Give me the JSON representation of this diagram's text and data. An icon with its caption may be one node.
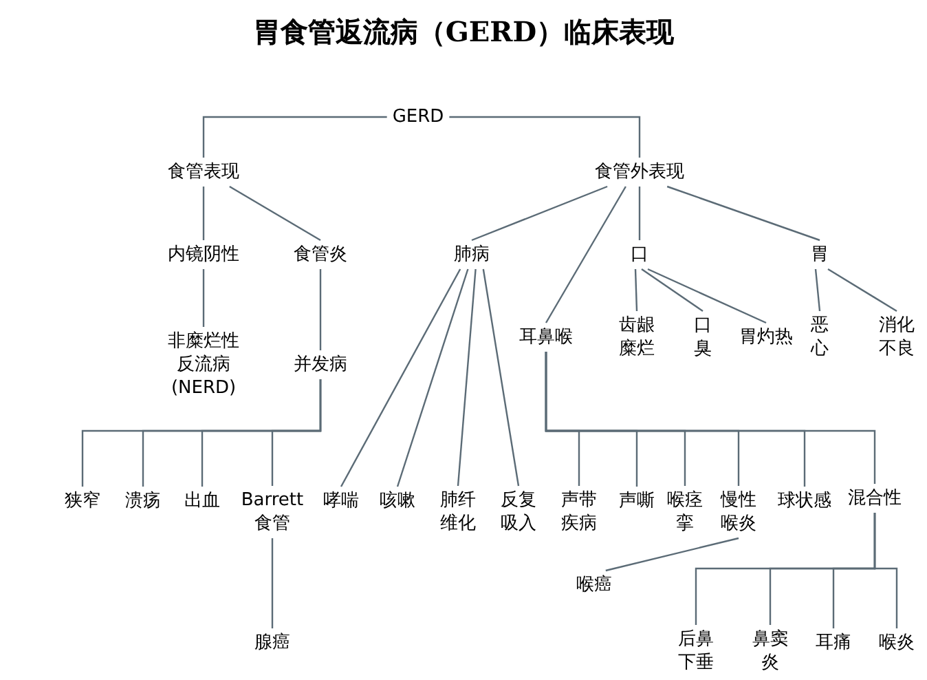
{
  "diagram": {
    "title": "胃食管返流病（GERD）临床表现",
    "nodes": [
      {
        "text": [
          "GERD"
        ]
      },
      {
        "text": [
          "食管表现"
        ]
      },
      {
        "text": [
          "食管外表现"
        ]
      },
      {
        "text": [
          "内镜阴性"
        ]
      },
      {
        "text": [
          "食管炎"
        ]
      },
      {
        "text": [
          "肺病"
        ]
      },
      {
        "text": [
          "口"
        ]
      },
      {
        "text": [
          "胃"
        ]
      },
      {
        "text": [
          "非糜烂性反流病(NERD)"
        ]
      },
      {
        "text": [
          "并发病"
        ]
      },
      {
        "text": [
          "耳鼻喉"
        ]
      },
      {
        "text": [
          "齿龈糜烂"
        ]
      },
      {
        "text": [
          "口臭"
        ]
      },
      {
        "text": [
          "胃灼热"
        ]
      },
      {
        "text": [
          "恶心"
        ]
      },
      {
        "text": [
          "消化不良"
        ]
      },
      {
        "text": [
          "狭窄"
        ]
      },
      {
        "text": [
          "溃疡"
        ]
      },
      {
        "text": [
          "出血"
        ]
      },
      {
        "text": [
          "Barrett 食管"
        ]
      },
      {
        "text": [
          "哮喘"
        ]
      },
      {
        "text": [
          "咳嗽"
        ]
      },
      {
        "text": [
          "肺纤维化"
        ]
      },
      {
        "text": [
          "反复吸入"
        ]
      },
      {
        "text": [
          "声带疾病"
        ]
      },
      {
        "text": [
          "声嘶"
        ]
      },
      {
        "text": [
          "喉痉挛"
        ]
      },
      {
        "text": [
          "慢性喉炎"
        ]
      },
      {
        "text": [
          "球状感"
        ]
      },
      {
        "text": [
          "混合性"
        ]
      },
      {
        "text": [
          "喉癌"
        ]
      },
      {
        "text": [
          "腺癌"
        ]
      },
      {
        "text": [
          "后鼻下垂"
        ]
      },
      {
        "text": [
          "鼻窦炎"
        ]
      },
      {
        "text": [
          "耳痛"
        ]
      },
      {
        "text": [
          "喉炎"
        ]
      }
    ],
    "edges": [
      {
        "from": 0,
        "to": 1,
        "arrow": "none"
      },
      {
        "from": 0,
        "to": 2,
        "arrow": "none"
      },
      {
        "from": 1,
        "to": 3,
        "arrow": "none"
      },
      {
        "from": 1,
        "to": 4,
        "arrow": "none"
      },
      {
        "from": 3,
        "to": 8,
        "arrow": "none"
      },
      {
        "from": 4,
        "to": 9,
        "arrow": "none"
      },
      {
        "from": 9,
        "to": 16,
        "arrow": "none"
      },
      {
        "from": 9,
        "to": 17,
        "arrow": "none"
      },
      {
        "from": 9,
        "to": 18,
        "arrow": "none"
      },
      {
        "from": 9,
        "to": 19,
        "arrow": "none"
      },
      {
        "from": 19,
        "to": 31,
        "arrow": "none"
      },
      {
        "from": 2,
        "to": 5,
        "arrow": "none"
      },
      {
        "from": 2,
        "to": 10,
        "arrow": "none"
      },
      {
        "from": 2,
        "to": 6,
        "arrow": "none"
      },
      {
        "from": 2,
        "to": 7,
        "arrow": "none"
      },
      {
        "from": 5,
        "to": 20,
        "arrow": "none"
      },
      {
        "from": 5,
        "to": 21,
        "arrow": "none"
      },
      {
        "from": 5,
        "to": 22,
        "arrow": "none"
      },
      {
        "from": 5,
        "to": 23,
        "arrow": "none"
      },
      {
        "from": 10,
        "to": 24,
        "arrow": "none"
      },
      {
        "from": 10,
        "to": 25,
        "arrow": "none"
      },
      {
        "from": 10,
        "to": 26,
        "arrow": "none"
      },
      {
        "from": 10,
        "to": 27,
        "arrow": "none"
      },
      {
        "from": 10,
        "to": 28,
        "arrow": "none"
      },
      {
        "from": 10,
        "to": 29,
        "arrow": "none"
      },
      {
        "from": 6,
        "to": 11,
        "arrow": "none"
      },
      {
        "from": 6,
        "to": 12,
        "arrow": "none"
      },
      {
        "from": 6,
        "to": 13,
        "arrow": "none"
      },
      {
        "from": 7,
        "to": 14,
        "arrow": "none"
      },
      {
        "from": 7,
        "to": 15,
        "arrow": "none"
      },
      {
        "from": 27,
        "to": 30,
        "arrow": "none"
      },
      {
        "from": 29,
        "to": 32,
        "arrow": "none"
      },
      {
        "from": 29,
        "to": 33,
        "arrow": "none"
      },
      {
        "from": 29,
        "to": 34,
        "arrow": "none"
      },
      {
        "from": 29,
        "to": 35,
        "arrow": "none"
      }
    ]
  }
}
